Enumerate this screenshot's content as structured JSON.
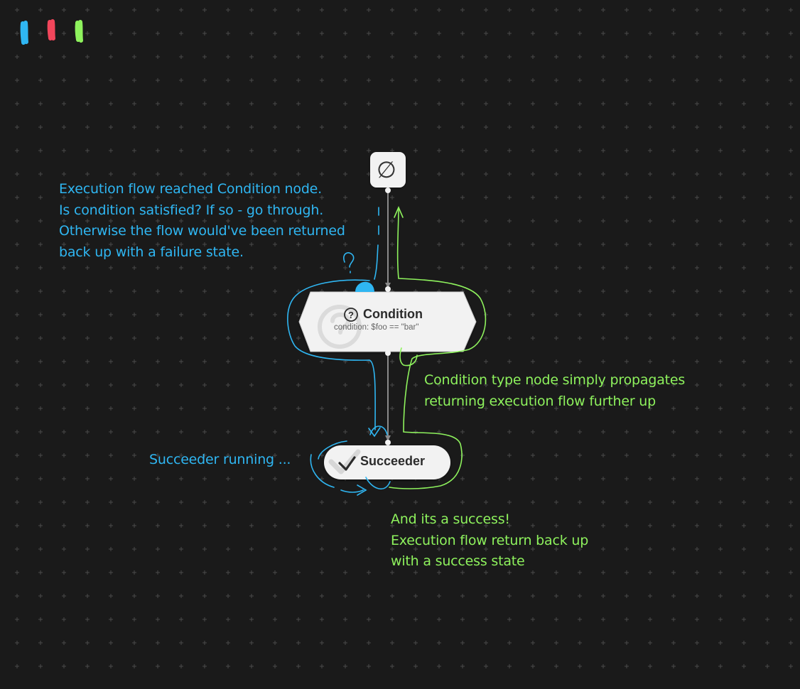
{
  "colors": {
    "background": "#1a1a1a",
    "grid_mark": "#4a4a4a",
    "annotation_blue": "#2fb6f2",
    "annotation_red": "#f2465b",
    "annotation_green": "#8ef25d",
    "node_fill": "#f2f2f2",
    "edge": "#9a9a9a"
  },
  "palette": {
    "swatches": [
      {
        "name": "blue-marker",
        "color": "#2fb6f2"
      },
      {
        "name": "red-marker",
        "color": "#f2465b"
      },
      {
        "name": "green-marker",
        "color": "#8ef25d"
      }
    ]
  },
  "nodes": {
    "root": {
      "symbol": "∅",
      "icon": "empty-set-icon"
    },
    "condition": {
      "title": "Condition",
      "detail": "condition: $foo == \"bar\"",
      "icon": "question-circle-icon"
    },
    "succeeder": {
      "title": "Succeeder",
      "icon": "checkmark-icon"
    }
  },
  "annotations": {
    "execution": {
      "lines": [
        "Execution flow reached Condition node.",
        "Is condition satisfied? If so - go through.",
        "Otherwise the flow would've been returned",
        "back up with a failure state."
      ],
      "mark": "?"
    },
    "propagates": {
      "lines": [
        "Condition type node simply propagates",
        "returning execution flow further up"
      ]
    },
    "succeeder_running": {
      "text": "Succeeder running ..."
    },
    "success": {
      "lines": [
        "And its a success!",
        "Execution flow return back up",
        "with a success state"
      ]
    }
  }
}
